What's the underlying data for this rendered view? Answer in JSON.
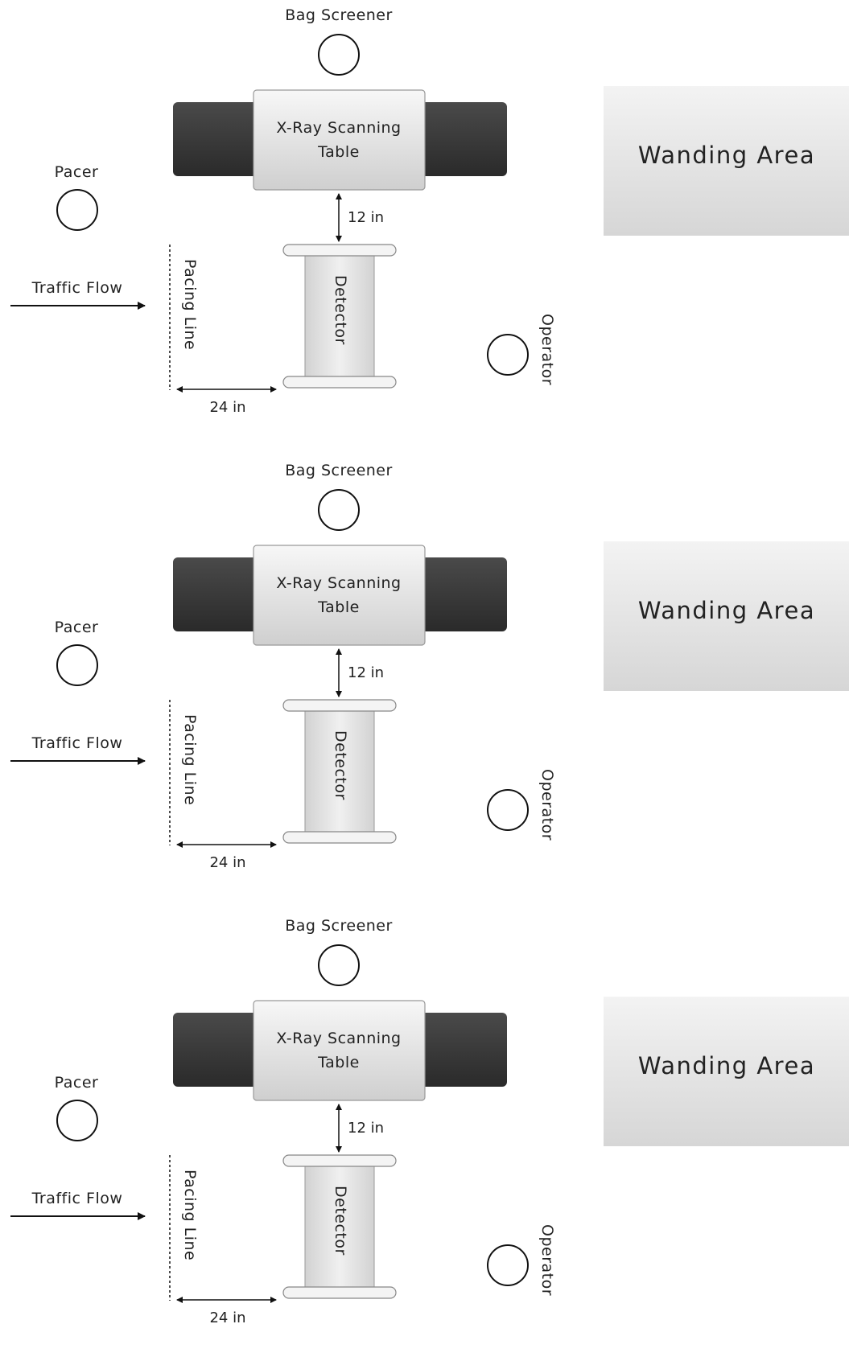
{
  "lanes": [
    {
      "bag_screener": "Bag Screener",
      "xray_line1": "X-Ray Scanning",
      "xray_line2": "Table",
      "wanding_area": "Wanding Area",
      "pacer": "Pacer",
      "distance_table": "12 in",
      "traffic_flow": "Traffic Flow",
      "pacing_line": "Pacing Line",
      "detector": "Detector",
      "operator": "Operator",
      "distance_pacing": "24 in"
    },
    {
      "bag_screener": "Bag Screener",
      "xray_line1": "X-Ray Scanning",
      "xray_line2": "Table",
      "wanding_area": "Wanding Area",
      "pacer": "Pacer",
      "distance_table": "12 in",
      "traffic_flow": "Traffic Flow",
      "pacing_line": "Pacing Line",
      "detector": "Detector",
      "operator": "Operator",
      "distance_pacing": "24 in"
    },
    {
      "bag_screener": "Bag Screener",
      "xray_line1": "X-Ray Scanning",
      "xray_line2": "Table",
      "wanding_area": "Wanding Area",
      "pacer": "Pacer",
      "distance_table": "12 in",
      "traffic_flow": "Traffic Flow",
      "pacing_line": "Pacing Line",
      "detector": "Detector",
      "operator": "Operator",
      "distance_pacing": "24 in"
    }
  ]
}
